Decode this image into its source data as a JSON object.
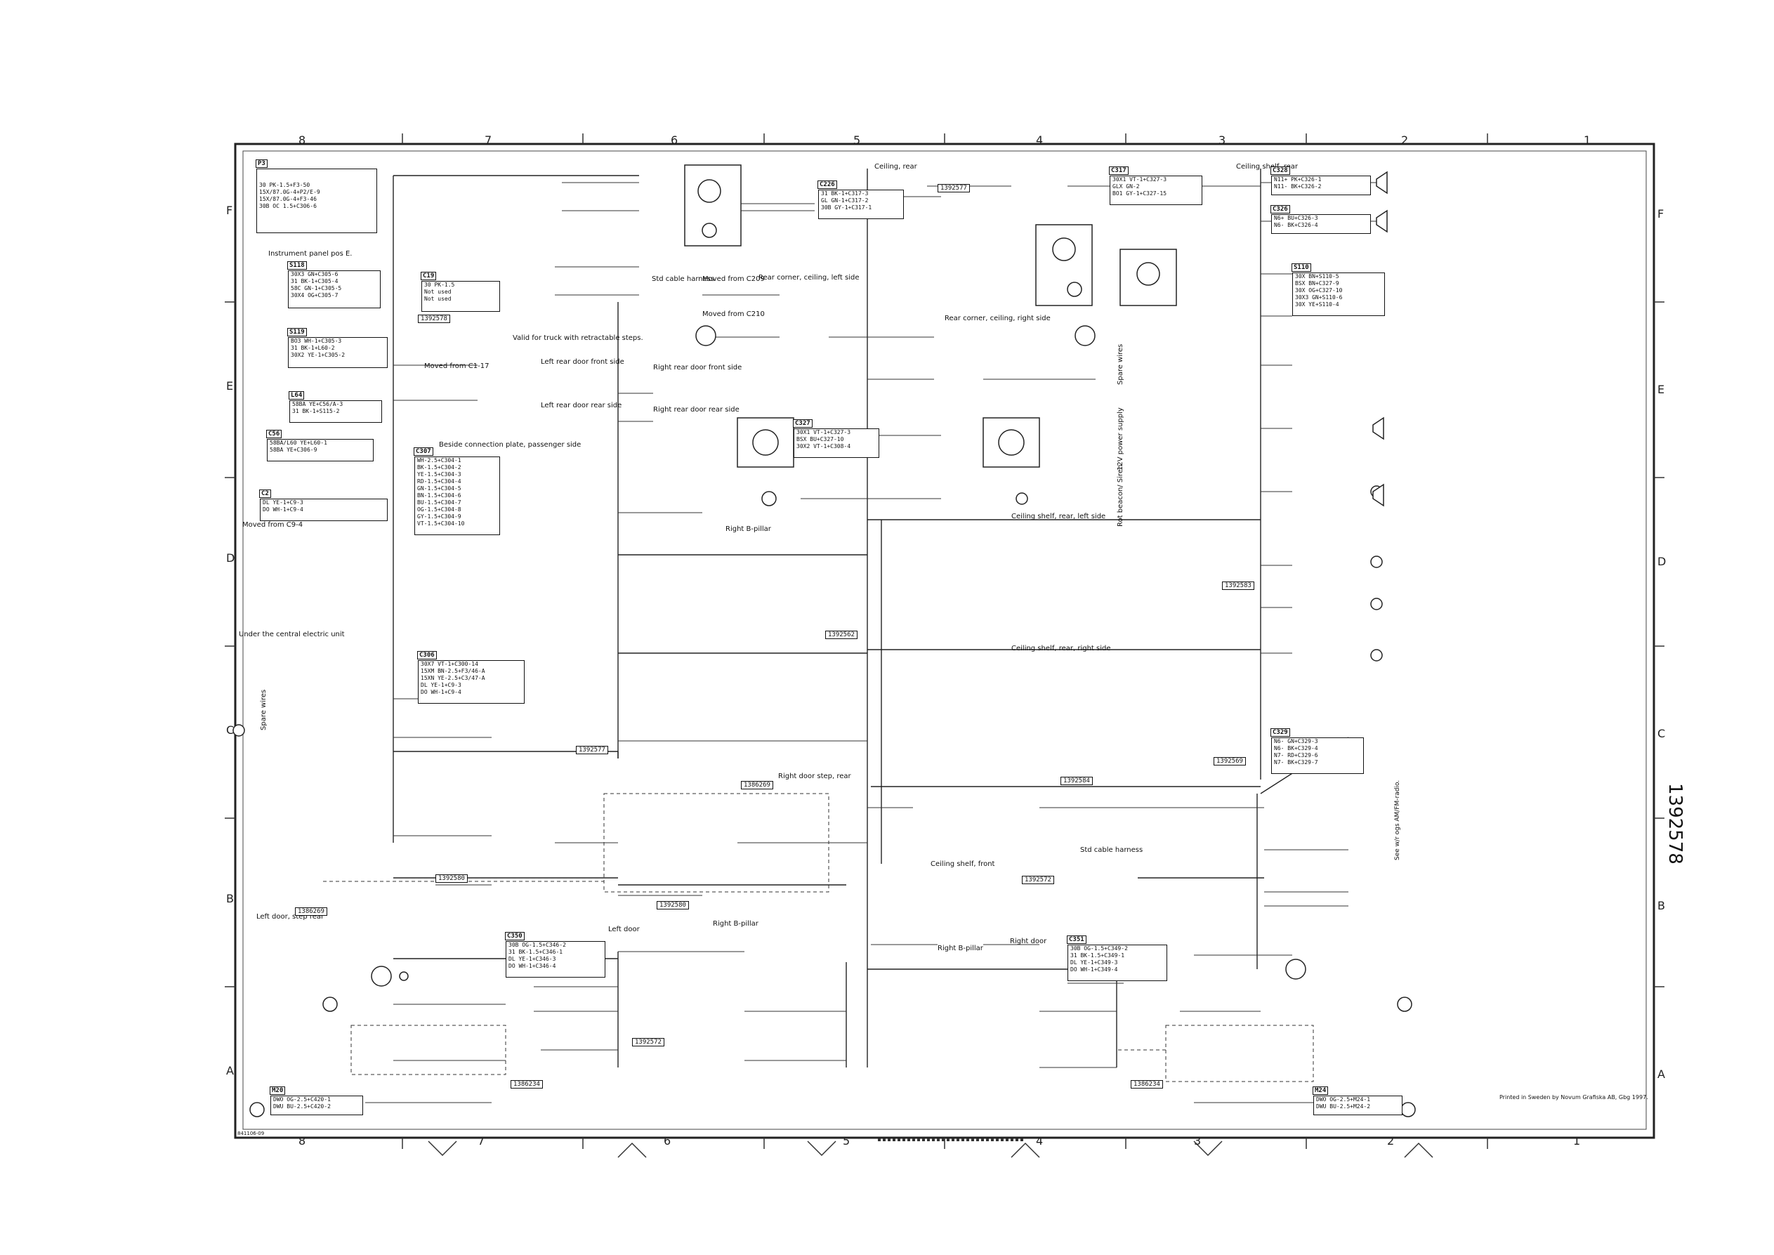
{
  "sheet": {
    "doc_number": "1392578",
    "printed_note": "Printed in Sweden by Novum Grafiska AB, Gbg 1997.",
    "form_code": "841106-09",
    "side_note": "See w/r ogs AM/FM-radio.",
    "zones_top": [
      "8",
      "7",
      "6",
      "5",
      "4",
      "3",
      "2",
      "1"
    ],
    "zones_side": [
      "F",
      "E",
      "D",
      "C",
      "B",
      "A"
    ]
  },
  "labels": {
    "ceiling_rear": "Ceiling, rear",
    "ceiling_shelf_rear": "Ceiling shelf, rear",
    "instrument_panel": "Instrument panel pos E.",
    "valid_truck": "Valid for truck with retractable steps.",
    "moved_c209": "Moved from C209",
    "moved_c210": "Moved from C210",
    "std_cable_harness": "Std cable harness",
    "rear_corner_left": "Rear corner, ceiling, left side",
    "rear_corner_right": "Rear corner, ceiling, right side",
    "moved_c11": "Moved from C1-17",
    "left_rear_door_front": "Left rear door front side",
    "left_rear_door_rear": "Left rear door rear side",
    "right_rear_door_front": "Right rear door front side",
    "right_rear_door_rear": "Right rear door rear side",
    "beside_connection_plate": "Beside connection plate, passenger side",
    "moved_c94": "Moved from C9-4",
    "right_b_pillar": "Right B-pillar",
    "ceiling_shelf_rear_left": "Ceiling shelf, rear, left side",
    "ceiling_shelf_rear_right": "Ceiling shelf, rear, right side",
    "under_central_unit": "Under the central electric unit",
    "spare_wires": "Spare wires",
    "right_door_step_rear": "Right door step, rear",
    "left_door_step_rear": "Left door, step rear",
    "left_door": "Left door",
    "right_door": "Right door",
    "ceiling_shelf_front": "Ceiling shelf, front",
    "power_supply_12v": "12V power supply",
    "rot_beacon": "Rot beacon/ Siren"
  },
  "refs": [
    "1392578",
    "1392583",
    "1392569",
    "1392562",
    "1392577",
    "1392580",
    "1386269",
    "1386234",
    "1392572",
    "1392584"
  ],
  "connectors": [
    {
      "id": "P3",
      "wires": [
        "30 PK-1.5+F3-50",
        "15X/87.0G-4+P2/E-9",
        "15X/87.0G-4+F3-46",
        "30B OC 1.5+C306-6"
      ]
    },
    {
      "id": "S118",
      "wires": [
        "30X3 GN+C305-6",
        "31 BK-1+C305-4",
        "58C GN-1+C305-5",
        "30X4 OG+C305-7"
      ]
    },
    {
      "id": "S119",
      "wires": [
        "BO3 WH-1+C305-3",
        "31 BK-1+L60-2",
        "30X2 YE-1+C305-2"
      ]
    },
    {
      "id": "L64",
      "wires": [
        "58BA YE+C56/A-3",
        "31 BK-1+S115-2"
      ]
    },
    {
      "id": "C56",
      "wires": [
        "58BA/L60 YE+L60-1",
        "58BA YE+C306-9"
      ]
    },
    {
      "id": "C2",
      "wires": [
        "DL YE-1+C9-3",
        "DO WH-1+C9-4"
      ]
    },
    {
      "id": "C19",
      "wires": [
        "30 PK-1.5",
        "Not used",
        "Not used"
      ]
    },
    {
      "id": "C226",
      "wires": [
        "31 BK-1+C317-3",
        "GL GN-1+C317-2",
        "30B GY-1+C317-1"
      ]
    },
    {
      "id": "C328",
      "wires": [
        "N11+ PK+C326-1",
        "N11- BK+C326-2"
      ]
    },
    {
      "id": "C326",
      "wires": [
        "N6+ BU+C326-3",
        "N6- BK+C326-4"
      ]
    },
    {
      "id": "S110",
      "wires": [
        "30X BN+S110-5",
        "BSX BN+C327-9",
        "30X OG+C327-10",
        "30X3 GN+S110-6",
        "30X YE+S110-4"
      ]
    },
    {
      "id": "C317",
      "wires": [
        "30X1 VT-1+C327-3",
        "GLX GN-2",
        "BO1 GY-1+C327-15"
      ]
    },
    {
      "id": "C327",
      "wires": [
        "30X1 VT-1+C327-3",
        "BSX BU+C327-10",
        "30X2 VT-1+C308-4"
      ]
    },
    {
      "id": "C307",
      "wires": [
        "WH-2.5+C304-1",
        "BK-1.5+C304-2",
        "YE-1.5+C304-3",
        "RD-1.5+C304-4",
        "GN-1.5+C304-5",
        "BN-1.5+C304-6",
        "BU-1.5+C304-7",
        "OG-1.5+C304-8",
        "GY-1.5+C304-9",
        "VT-1.5+C304-10"
      ]
    },
    {
      "id": "C306",
      "wires": [
        "30X7 VT-1+C300-14",
        "15XM BN-2.5+F3/46-A",
        "15XN YE-2.5+C3/47-A",
        "DL YE-1+C9-3",
        "DO WH-1+C9-4"
      ]
    },
    {
      "id": "C329",
      "wires": [
        "N6- GN+C329-3",
        "N6- BK+C329-4",
        "N7- RD+C329-6",
        "N7- BK+C329-7"
      ]
    },
    {
      "id": "C350",
      "wires": [
        "30B OG-1.5+C346-2",
        "31 BK-1.5+C346-1",
        "DL YE-1+C346-3",
        "DO WH-1+C346-4"
      ]
    },
    {
      "id": "C351",
      "wires": [
        "30B OG-1.5+C349-2",
        "31 BK-1.5+C349-1",
        "DL YE-1+C349-3",
        "DO WH-1+C349-4"
      ]
    },
    {
      "id": "M20",
      "wires": [
        "DWO OG-2.5+C420-1",
        "DWU BU-2.5+C420-2"
      ]
    },
    {
      "id": "M24",
      "wires": [
        "DWO OG-2.5+M24-1",
        "DWU BU-2.5+M24-2"
      ]
    }
  ]
}
